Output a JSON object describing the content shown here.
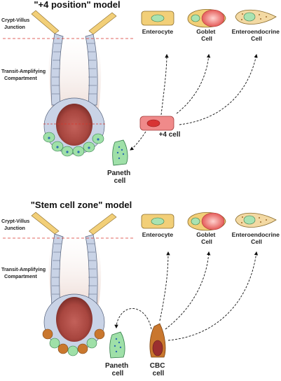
{
  "panels": [
    {
      "title": "\"+4 position\" model",
      "junction_label": [
        "Crypt-Villus",
        "Junction"
      ],
      "ta_label": [
        "Transit-Amplifying",
        "Compartment"
      ],
      "differentiated_cells": [
        {
          "name": "Enterocyte",
          "lines": [
            "Enterocyte"
          ]
        },
        {
          "name": "Goblet Cell",
          "lines": [
            "Goblet",
            "Cell"
          ]
        },
        {
          "name": "Enteroendocrine Cell",
          "lines": [
            "Enteroendocrine",
            "Cell"
          ]
        }
      ],
      "stem_cell": {
        "lines": [
          "+4 cell"
        ]
      },
      "paneth": {
        "lines": [
          "Paneth",
          "cell"
        ]
      }
    },
    {
      "title": "\"Stem cell zone\" model",
      "junction_label": [
        "Crypt-Villus",
        "Junction"
      ],
      "ta_label": [
        "Transit-Amplifying",
        "Compartment"
      ],
      "differentiated_cells": [
        {
          "name": "Enterocyte",
          "lines": [
            "Enterocyte"
          ]
        },
        {
          "name": "Goblet Cell",
          "lines": [
            "Goblet",
            "Cell"
          ]
        },
        {
          "name": "Enteroendocrine Cell",
          "lines": [
            "Enteroendocrine",
            "Cell"
          ]
        }
      ],
      "stem_cell": {
        "lines": [
          "CBC",
          "cell"
        ]
      },
      "paneth": {
        "lines": [
          "Paneth",
          "cell"
        ]
      }
    }
  ],
  "colors": {
    "crypt_epithelium": "#c9d3e6",
    "villus_cells": "#f2cf78",
    "lumen": "#a8463f",
    "paneth": "#9fe0a8",
    "plus4_cell": "#f08a8a",
    "cbc_cell": "#c9772e",
    "junction_line": "#d9342b"
  }
}
